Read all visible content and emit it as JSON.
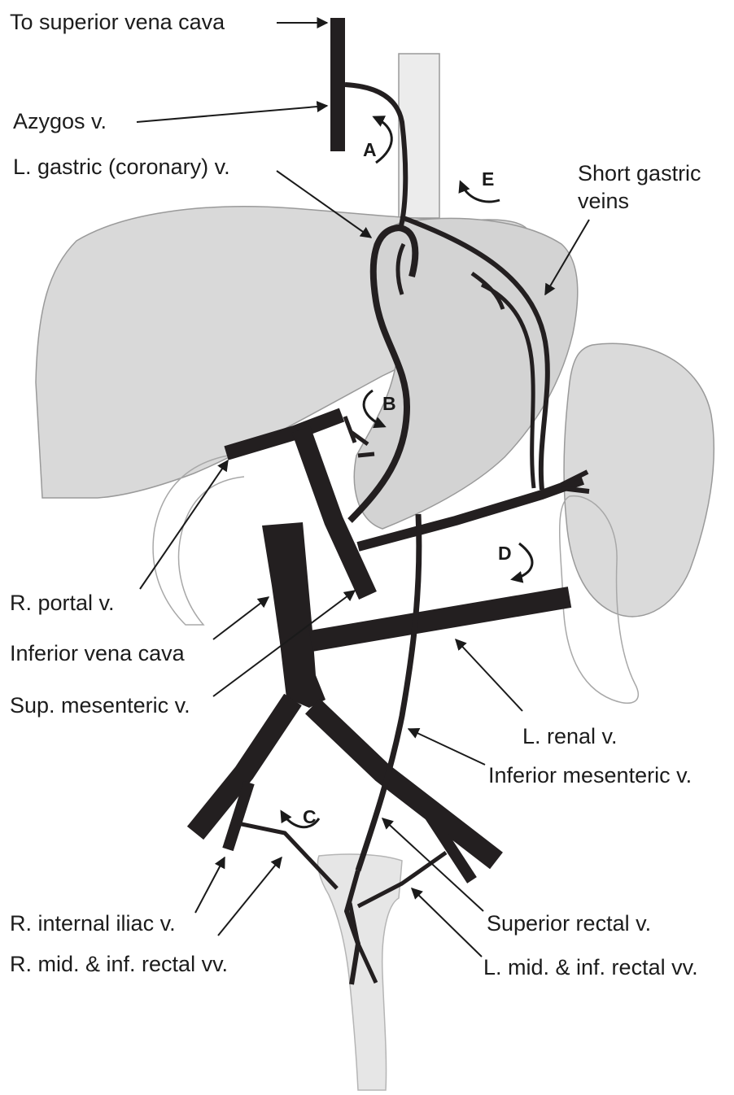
{
  "labels": {
    "to_svc": "To superior vena cava",
    "azygos": "Azygos v.",
    "l_gastric": "L. gastric (coronary) v.",
    "short_gastric_1": "Short gastric",
    "short_gastric_2": "veins",
    "r_portal": "R. portal v.",
    "ivc": "Inferior vena cava",
    "sup_mesenteric": "Sup. mesenteric v.",
    "l_renal": "L. renal v.",
    "inf_mesenteric": "Inferior mesenteric v.",
    "r_internal_iliac": "R. internal iliac v.",
    "r_rectal": "R. mid. & inf. rectal vv.",
    "superior_rectal": "Superior rectal v.",
    "l_rectal": "L. mid. & inf. rectal vv."
  },
  "routes": {
    "a": "A",
    "b": "B",
    "c": "C",
    "d": "D",
    "e": "E"
  },
  "colors": {
    "vein": "#231f20",
    "organ_fill": "#d9d9d9",
    "organ_outline": "#a8a8a8"
  }
}
